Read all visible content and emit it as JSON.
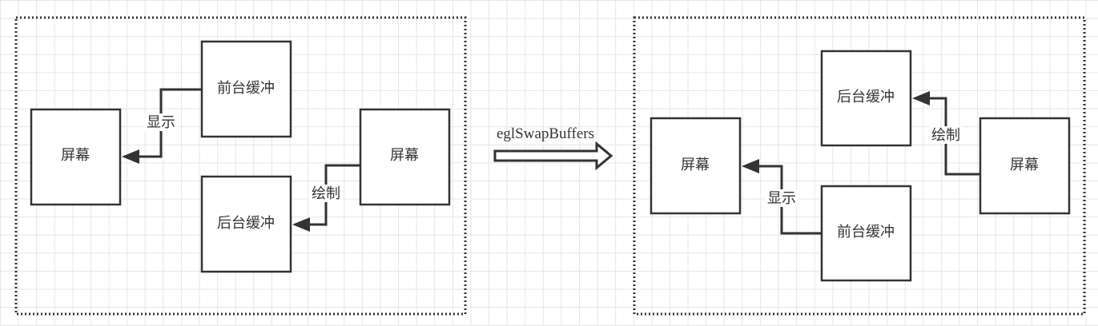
{
  "left": {
    "screen_a": "屏幕",
    "front": "前台缓冲",
    "screen_b": "屏幕",
    "back": "后台缓冲",
    "display": "显示",
    "draw": "绘制"
  },
  "transition": {
    "label": "eglSwapBuffers"
  },
  "right": {
    "screen_a": "屏幕",
    "back": "后台缓冲",
    "screen_b": "屏幕",
    "front": "前台缓冲",
    "display": "显示",
    "draw": "绘制"
  }
}
